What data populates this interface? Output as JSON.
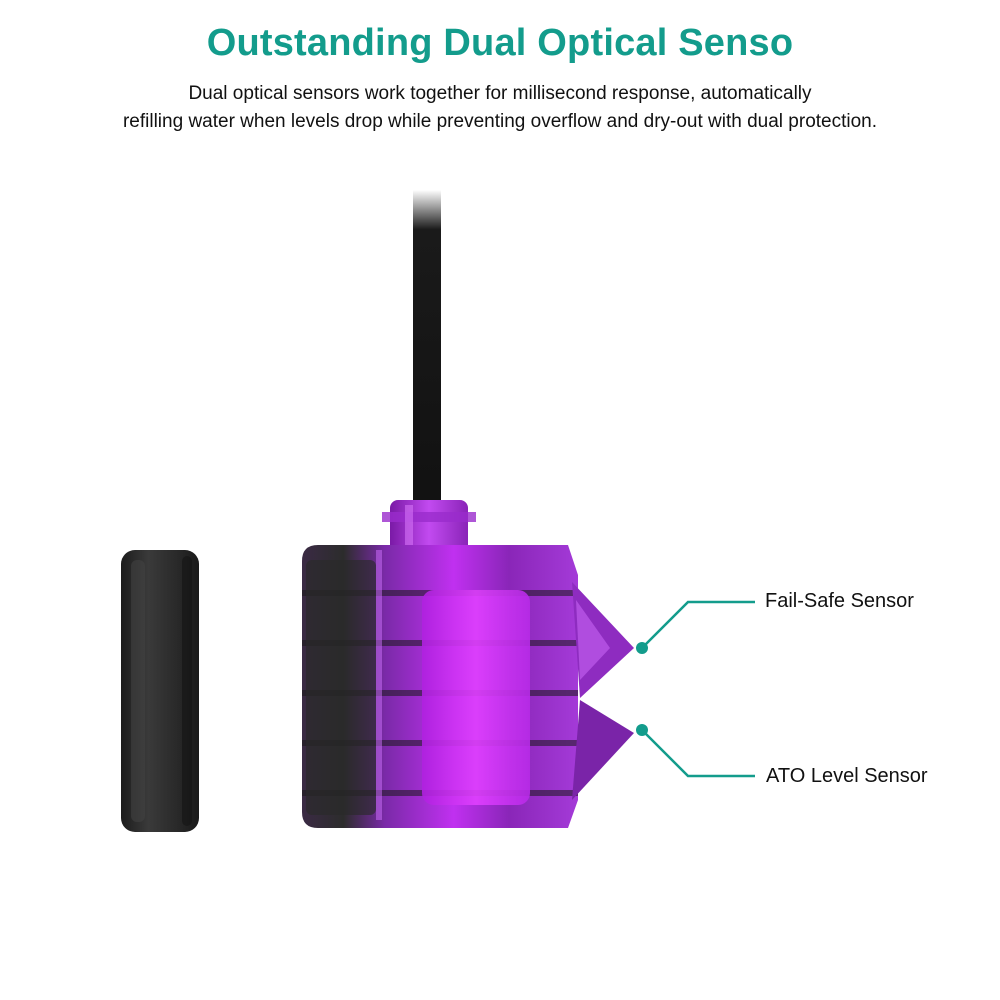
{
  "header": {
    "title": "Outstanding Dual Optical Senso",
    "description_lines": [
      "Dual optical sensors work together for millisecond response, automatically",
      "refilling water when levels drop while preventing overflow and dry-out with dual protection."
    ]
  },
  "callouts": {
    "fail_safe": "Fail-Safe Sensor",
    "ato_level": "ATO Level Sensor"
  },
  "colors": {
    "accent": "#139c8c",
    "sensor_purple": "#a020d8",
    "magnet_black": "#2e2e2e"
  }
}
